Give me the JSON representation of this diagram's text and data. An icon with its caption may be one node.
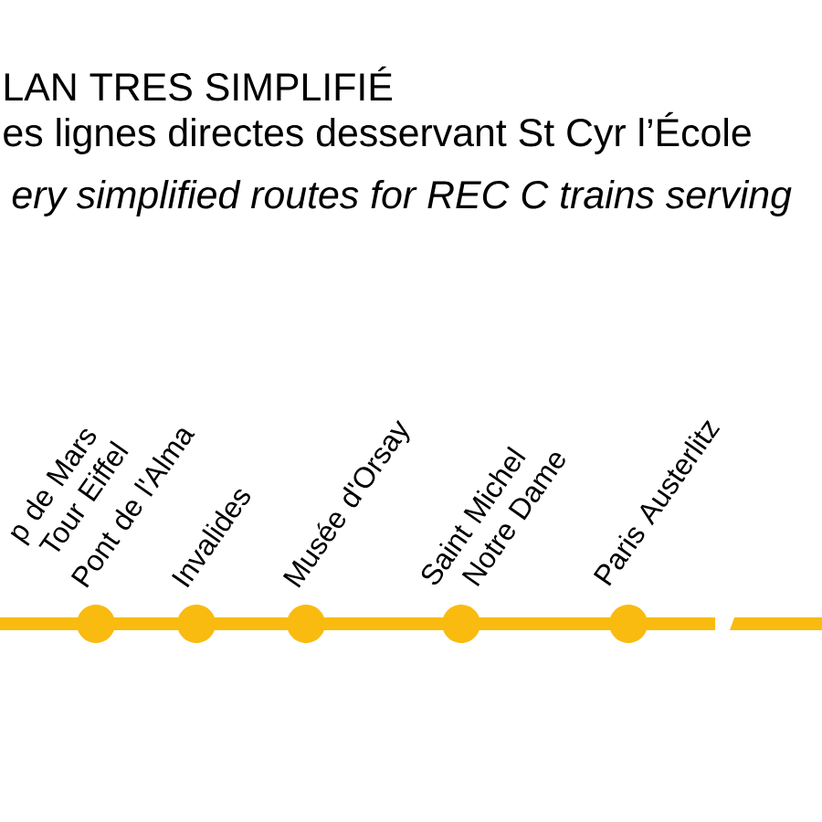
{
  "diagram": {
    "title": "LAN TRES SIMPLIFIÉ",
    "nodes": [
      {
        "text": [],
        "shape": "circle",
        "beside": [
          "Pont de l'Alma"
        ]
      },
      {
        "text": [],
        "shape": "circle",
        "beside": [
          "Invalides"
        ]
      },
      {
        "text": [],
        "shape": "circle",
        "beside": [
          "Musée d'Orsay"
        ]
      },
      {
        "text": [],
        "shape": "circle",
        "beside": [
          "Saint Michel Notre Dame"
        ]
      },
      {
        "text": [],
        "shape": "circle",
        "beside": [
          "Paris Austerlitz"
        ]
      }
    ],
    "edges": [
      {
        "from": null,
        "to": 0,
        "arrow": "none"
      },
      {
        "from": 0,
        "to": 1,
        "arrow": "none"
      },
      {
        "from": 1,
        "to": 2,
        "arrow": "none"
      },
      {
        "from": 2,
        "to": 3,
        "arrow": "none"
      },
      {
        "from": 3,
        "to": 4,
        "arrow": "none"
      },
      {
        "from": 4,
        "to": null,
        "arrow": "none"
      }
    ],
    "labels": [
      "es lignes directes desservant St Cyr l’École",
      "ery simplified routes for REC C trains serving",
      "p de Mars Tour Eiffel"
    ]
  }
}
